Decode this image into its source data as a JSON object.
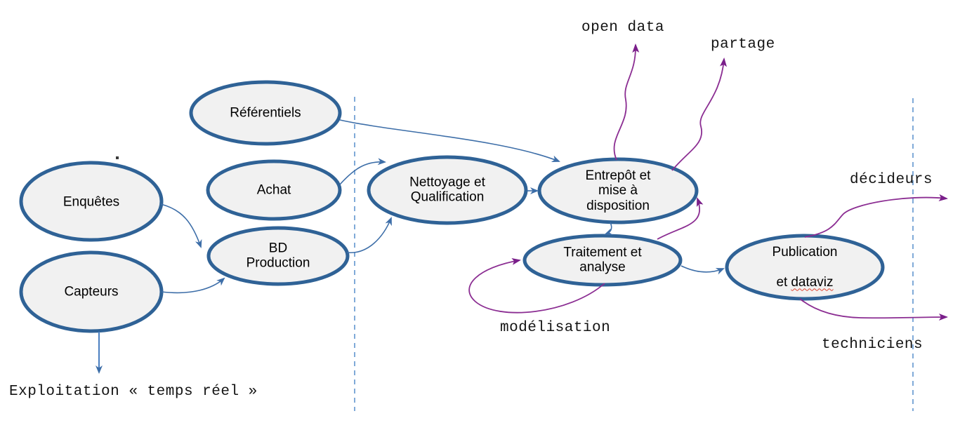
{
  "diagram": {
    "nodes": [
      {
        "id": "referentiels",
        "label": "Référentiels"
      },
      {
        "id": "enquetes",
        "label": "Enquêtes"
      },
      {
        "id": "achat",
        "label": "Achat"
      },
      {
        "id": "bd-production",
        "label": "BD\nProduction"
      },
      {
        "id": "capteurs",
        "label": "Capteurs"
      },
      {
        "id": "nettoyage",
        "label": "Nettoyage et\nQualification"
      },
      {
        "id": "entrepot",
        "label": "Entrepôt et\nmise à\ndisposition"
      },
      {
        "id": "traitement",
        "label": "Traitement et\nanalyse"
      },
      {
        "id": "publication",
        "label": "Publication et dataviz"
      }
    ],
    "publication": {
      "line1": "Publication",
      "word_et": "et",
      "word_dataviz": "dataviz"
    },
    "annotations": {
      "open_data": "open data",
      "partage": "partage",
      "decideurs": "décideurs",
      "modelisation": "modélisation",
      "techniciens": "techniciens",
      "exploitation": "Exploitation « temps réel »"
    },
    "edges": [
      {
        "from": "Enquêtes",
        "to": "BD Production",
        "color": "blue"
      },
      {
        "from": "Capteurs",
        "to": "BD Production",
        "color": "blue"
      },
      {
        "from": "Capteurs",
        "to": "Exploitation « temps réel »",
        "color": "blue"
      },
      {
        "from": "Achat",
        "to": "Nettoyage et Qualification",
        "color": "blue"
      },
      {
        "from": "BD Production",
        "to": "Nettoyage et Qualification",
        "color": "blue"
      },
      {
        "from": "Référentiels",
        "to": "Entrepôt et mise à disposition",
        "color": "blue"
      },
      {
        "from": "Nettoyage et Qualification",
        "to": "Entrepôt et mise à disposition",
        "color": "blue"
      },
      {
        "from": "Entrepôt et mise à disposition",
        "to": "Traitement et analyse",
        "color": "blue"
      },
      {
        "from": "Traitement et analyse",
        "to": "Publication et dataviz",
        "color": "blue"
      },
      {
        "from": "Entrepôt et mise à disposition",
        "to": "open data",
        "color": "purple"
      },
      {
        "from": "Entrepôt et mise à disposition",
        "to": "partage",
        "color": "purple"
      },
      {
        "from": "Traitement et analyse",
        "to": "Entrepôt et mise à disposition",
        "color": "purple"
      },
      {
        "from": "Traitement et analyse",
        "to": "Traitement et analyse",
        "label": "modélisation",
        "color": "purple"
      },
      {
        "from": "Publication et dataviz",
        "to": "décideurs",
        "color": "purple"
      },
      {
        "from": "Publication et dataviz",
        "to": "techniciens",
        "color": "purple"
      }
    ],
    "colors": {
      "node_border": "#2f6296",
      "node_fill": "#f1f1f1",
      "blue_connector": "#3d6ea8",
      "purple_connector": "#8b2d92",
      "dashed_separator": "#80aad8",
      "spellcheck_squiggle": "#e0422f"
    }
  }
}
